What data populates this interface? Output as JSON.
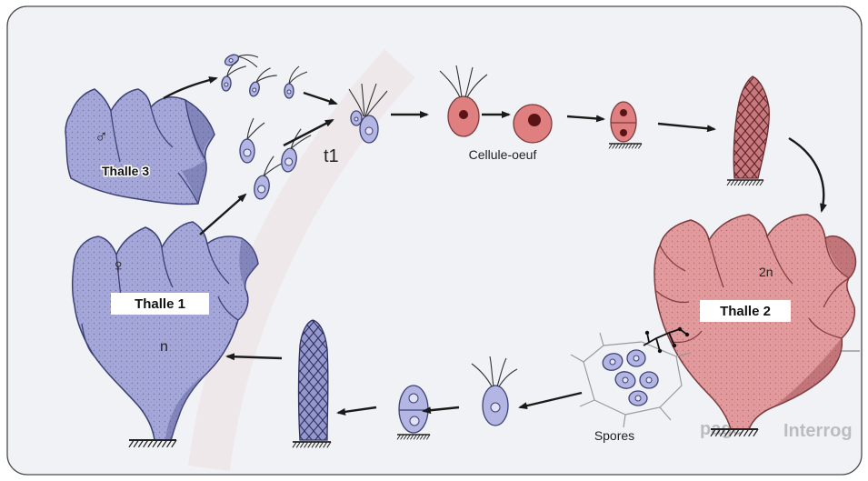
{
  "diagram": {
    "thalle_3": {
      "label": "Thalle 3",
      "symbol": "♂"
    },
    "thalle_1": {
      "label": "Thalle 1",
      "symbol": "♀",
      "ploidy": "n"
    },
    "thalle_2": {
      "label": "Thalle 2",
      "ploidy": "2n"
    },
    "stage_labels": {
      "fusion": "t1",
      "zygote": "Cellule-oeuf",
      "spores": "Spores"
    },
    "colors": {
      "haploid": "#a4a7d8",
      "diploid": "#e39a9c",
      "outline_haploid": "#3d4075",
      "outline_diploid": "#7a3a3e",
      "arrow": "#1a1a1a",
      "frame": "#f1f2f5"
    }
  },
  "background_text": {
    "left": "page",
    "right": "Interrog"
  }
}
